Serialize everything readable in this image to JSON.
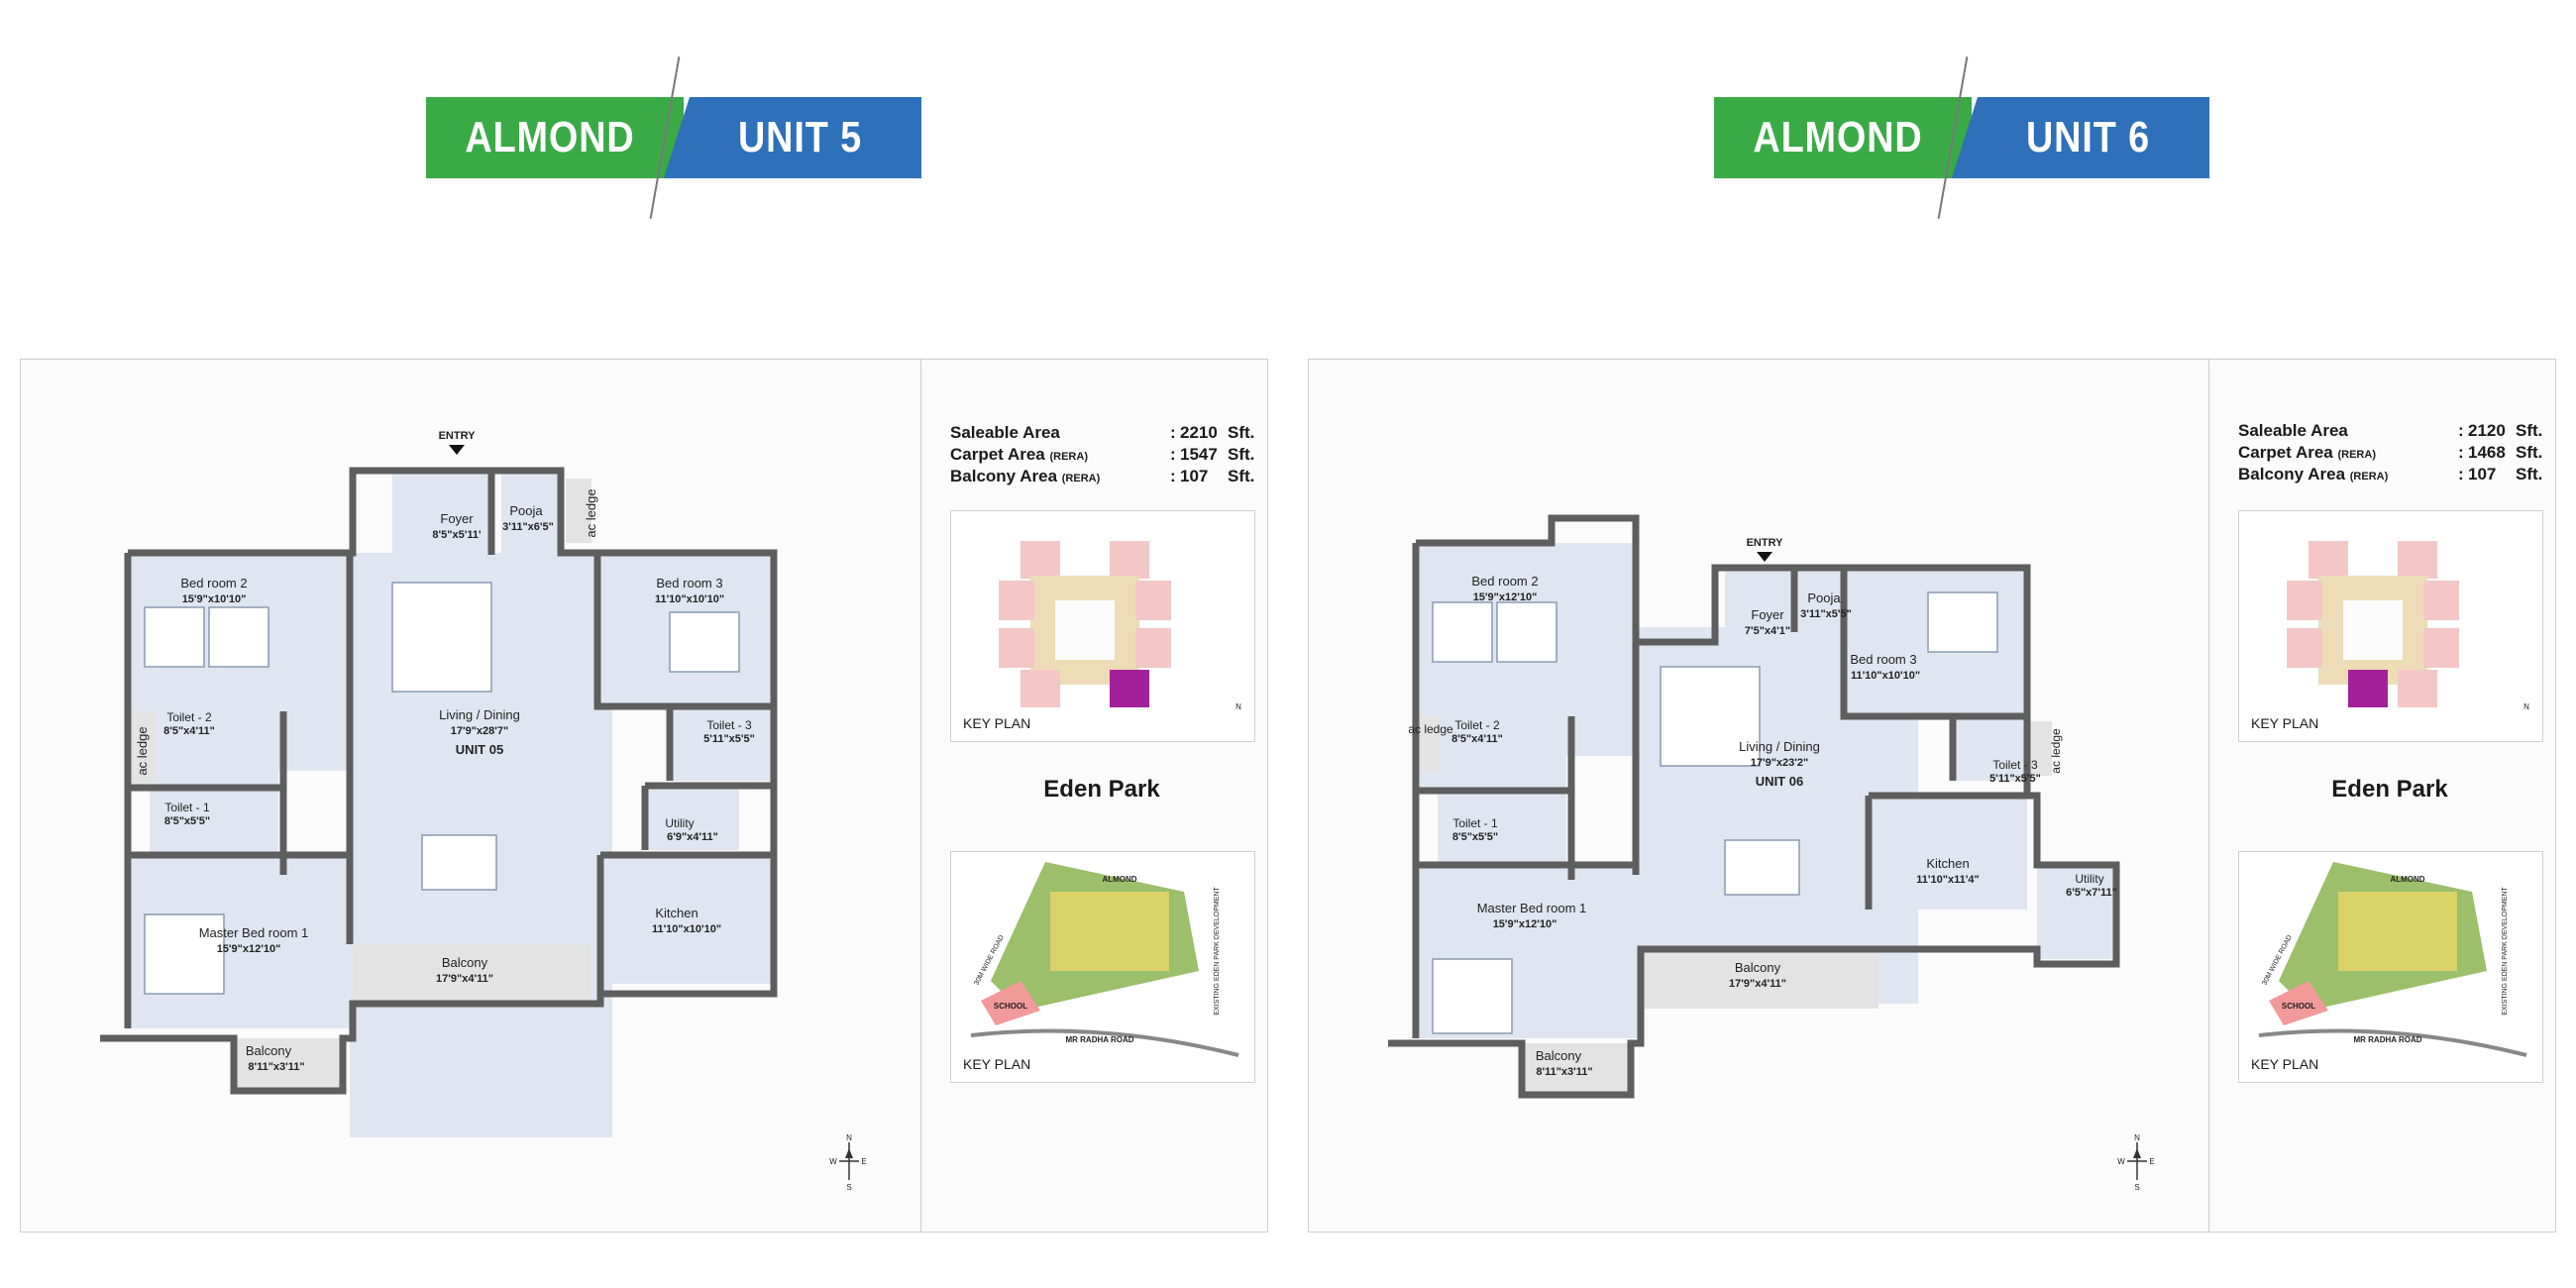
{
  "units": [
    {
      "banner": {
        "project": "ALMOND",
        "unit": "UNIT 5"
      },
      "areas": [
        {
          "label": "Saleable Area",
          "suffix": "",
          "value": "2210",
          "unit": "Sft."
        },
        {
          "label": "Carpet Area",
          "suffix": "(RERA)",
          "value": "1547",
          "unit": "Sft."
        },
        {
          "label": "Balcony Area",
          "suffix": "(RERA)",
          "value": "107",
          "unit": "Sft."
        }
      ],
      "key_plan_label": "KEY PLAN",
      "project_name": "Eden Park",
      "entry_label": "ENTRY",
      "unit_tag": "UNIT 05",
      "rooms": {
        "foyer": {
          "name": "Foyer",
          "dim": "8'5\"x5'11'"
        },
        "pooja": {
          "name": "Pooja",
          "dim": "3'11\"x6'5\""
        },
        "ac_ledge_top": {
          "name": "ac ledge"
        },
        "bed2": {
          "name": "Bed room 2",
          "dim": "15'9\"x10'10\""
        },
        "bed3": {
          "name": "Bed room 3",
          "dim": "11'10\"x10'10\""
        },
        "living": {
          "name": "Living / Dining",
          "dim": "17'9\"x28'7\""
        },
        "toilet2": {
          "name": "Toilet - 2",
          "dim": "8'5\"x4'11\""
        },
        "toilet1": {
          "name": "Toilet - 1",
          "dim": "8'5\"x5'5\""
        },
        "toilet3": {
          "name": "Toilet - 3",
          "dim": "5'11\"x5'5\""
        },
        "ac_ledge_left": {
          "name": "ac ledge"
        },
        "utility": {
          "name": "Utility",
          "dim": "6'9\"x4'11\""
        },
        "kitchen": {
          "name": "Kitchen",
          "dim": "11'10\"x10'10\""
        },
        "master": {
          "name": "Master Bed room 1",
          "dim": "15'9\"x12'10\""
        },
        "balcony": {
          "name": "Balcony",
          "dim": "17'9\"x4'11\""
        },
        "balcony_small": {
          "name": "Balcony",
          "dim": "8'11\"x3'11\""
        }
      },
      "site": {
        "almond": "ALMOND",
        "road1": "30M WIDE ROAD",
        "road2": "MR RADHA ROAD",
        "school": "SCHOOL",
        "existing": "EXISTING EDEN PARK DEVELOPMENT"
      },
      "highlight_color": "#a3209a"
    },
    {
      "banner": {
        "project": "ALMOND",
        "unit": "UNIT 6"
      },
      "areas": [
        {
          "label": "Saleable Area",
          "suffix": "",
          "value": "2120",
          "unit": "Sft."
        },
        {
          "label": "Carpet Area",
          "suffix": "(RERA)",
          "value": "1468",
          "unit": "Sft."
        },
        {
          "label": "Balcony Area",
          "suffix": "(RERA)",
          "value": "107",
          "unit": "Sft."
        }
      ],
      "key_plan_label": "KEY PLAN",
      "project_name": "Eden Park",
      "entry_label": "ENTRY",
      "unit_tag": "UNIT 06",
      "rooms": {
        "bed2": {
          "name": "Bed room 2",
          "dim": "15'9\"x12'10\""
        },
        "foyer": {
          "name": "Foyer",
          "dim": "7'5\"x4'1\""
        },
        "pooja": {
          "name": "Pooja",
          "dim": "3'11\"x5'5\""
        },
        "bed3": {
          "name": "Bed room 3",
          "dim": "11'10\"x10'10\""
        },
        "living": {
          "name": "Living / Dining",
          "dim": "17'9\"x23'2\""
        },
        "ac_ledge_left": {
          "name": "ac ledge"
        },
        "toilet2": {
          "name": "Toilet - 2",
          "dim": "8'5\"x4'11\""
        },
        "toilet1": {
          "name": "Toilet - 1",
          "dim": "8'5\"x5'5\""
        },
        "toilet3": {
          "name": "Toilet - 3",
          "dim": "5'11\"x5'5\""
        },
        "ac_ledge_right": {
          "name": "ac ledge"
        },
        "kitchen": {
          "name": "Kitchen",
          "dim": "11'10\"x11'4\""
        },
        "utility": {
          "name": "Utility",
          "dim": "6'5\"x7'11\""
        },
        "master": {
          "name": "Master Bed room 1",
          "dim": "15'9\"x12'10\""
        },
        "balcony": {
          "name": "Balcony",
          "dim": "17'9\"x4'11\""
        },
        "balcony_small": {
          "name": "Balcony",
          "dim": "8'11\"x3'11\""
        }
      },
      "site": {
        "almond": "ALMOND",
        "road1": "30M WIDE ROAD",
        "road2": "MR RADHA ROAD",
        "school": "SCHOOL",
        "existing": "EXISTING EDEN PARK DEVELOPMENT"
      },
      "highlight_color": "#a3209a"
    }
  ],
  "compass": {
    "n": "N",
    "s": "S",
    "e": "E",
    "w": "W"
  },
  "colors": {
    "banner_green": "#3aaa46",
    "banner_blue": "#2e70b9",
    "room_fill": "#dfe6f1",
    "key_plan_tower": "#f4c7c7",
    "key_plan_core": "#eedcb6"
  }
}
